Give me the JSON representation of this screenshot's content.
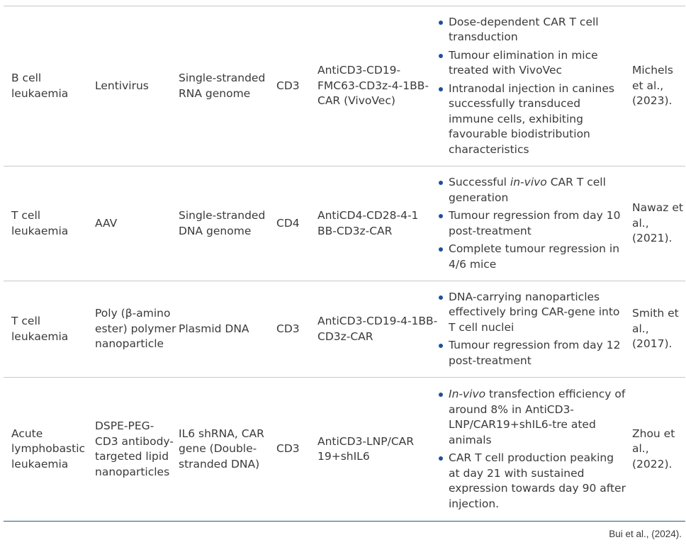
{
  "rows": [
    {
      "disease": "B cell leukaemia",
      "vector": "Lentivirus",
      "payload": "Single-stranded RNA genome",
      "target": "CD3",
      "construct": "AntiCD3-CD19-FMC63-CD3z-4-1BB-CAR (VivoVec)",
      "outcomes": [
        {
          "pre": "",
          "em": "",
          "post": "Dose-dependent CAR T cell transduction"
        },
        {
          "pre": "",
          "em": "",
          "post": "Tumour elimination in mice treated with VivoVec"
        },
        {
          "pre": "",
          "em": "",
          "post": "Intranodal injection in canines successfully transduced immune cells, exhibiting favourable biodistribution characteristics"
        }
      ],
      "reference": "Michels et al., (2023)."
    },
    {
      "disease": "T cell leukaemia",
      "vector": "AAV",
      "payload": "Single-stranded DNA genome",
      "target": "CD4",
      "construct": "AntiCD4-CD28-4-1 BB-CD3z-CAR",
      "outcomes": [
        {
          "pre": "Successful ",
          "em": "in-vivo",
          "post": " CAR T cell generation"
        },
        {
          "pre": "",
          "em": "",
          "post": "Tumour regression from day 10 post-treatment"
        },
        {
          "pre": "",
          "em": "",
          "post": "Complete tumour regression in 4/6 mice"
        }
      ],
      "reference": "Nawaz et al., (2021)."
    },
    {
      "disease": "T cell leukaemia",
      "vector": "Poly (β-amino ester) polymer nanoparticle",
      "payload": "Plasmid DNA",
      "target": "CD3",
      "construct": "AntiCD3-CD19-4-1BB-CD3z-CAR",
      "outcomes": [
        {
          "pre": "",
          "em": "",
          "post": "DNA-carrying nanoparticles effectively bring CAR-gene into T cell nuclei"
        },
        {
          "pre": "",
          "em": "",
          "post": "Tumour regression from day 12 post-treatment"
        }
      ],
      "reference": "Smith et al., (2017)."
    },
    {
      "disease": "Acute lymphobastic leukaemia",
      "vector": "DSPE-PEG-CD3 antibody-targeted lipid nanoparticles",
      "payload": "IL6 shRNA, CAR gene (Double-stranded DNA)",
      "target": "CD3",
      "construct": "AntiCD3-LNP/CAR 19+shIL6",
      "outcomes": [
        {
          "pre": "",
          "em": "In-vivo",
          "post": " transfection efficiency of around 8% in AntiCD3-LNP/CAR19+shIL6-tre ated animals"
        },
        {
          "pre": "",
          "em": "",
          "post": "CAR T cell production peaking at day 21 with sustained expression towards day 90 after injection."
        }
      ],
      "reference": "Zhou et al., (2022)."
    }
  ],
  "source": "Bui et al., (2024)."
}
